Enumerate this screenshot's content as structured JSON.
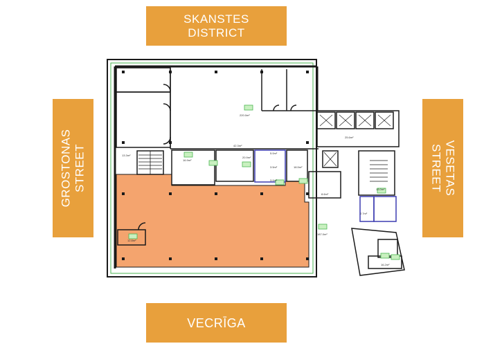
{
  "labels": {
    "top": "SKANSTES\nDISTRICT",
    "bottom": "VECRĪGA",
    "left": "GROSTONAS\nSTREET",
    "right": "VESETAS\nSTREET"
  },
  "colors": {
    "label_bg": "#e8a03c",
    "highlight_area": "#f4a46e",
    "wall": "#1a1a1a",
    "outline_green": "#49b650",
    "sanitary": "#3b3bb0"
  },
  "rooms": {
    "r1": "220.0m²",
    "r2": "42.3m²",
    "r3": "25.6m²",
    "r4": "13.3m²",
    "r5": "16.9m²",
    "r6": "20.9m²",
    "r7": "5.0m²",
    "r8": "3.5m²",
    "r9": "3.0m²",
    "r10": "18.5m²",
    "r11": "8.6m²",
    "r12": "13.0m²",
    "r13": "187.0m²",
    "r14": "12.8m²",
    "r15": "2.7m²",
    "r16": "16.2m²"
  }
}
